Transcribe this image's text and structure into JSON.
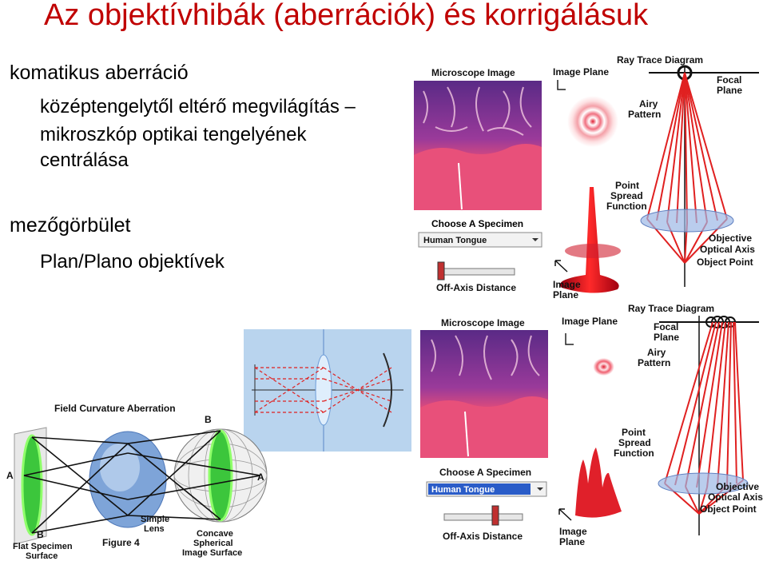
{
  "slide": {
    "title": "Az objektívhibák (aberrációk) és korrigálásuk",
    "section1": {
      "heading": "komatikus aberráció",
      "body_line1": "középtengelytől eltérő megvilágítás –",
      "body_line2": "mikroszkóp optikai tengelyének",
      "body_line3": "centrálása"
    },
    "section2": {
      "heading": "mezőgörbület",
      "body": "Plan/Plano objektívek"
    }
  },
  "coma_panel_top": {
    "microscope_image": "Microscope Image",
    "image_plane": "Image Plane",
    "ray_trace_diagram": "Ray Trace Diagram",
    "focal_plane_1": "Focal",
    "focal_plane_2": "Plane",
    "airy_1": "Airy",
    "airy_2": "Pattern",
    "psf_1": "Point",
    "psf_2": "Spread",
    "psf_3": "Function",
    "choose_specimen": "Choose A Specimen",
    "specimen_value": "Human Tongue",
    "off_axis": "Off-Axis Distance",
    "image_plane_bottom_1": "Image",
    "image_plane_bottom_2": "Plane",
    "objective": "Objective",
    "optical_axis": "Optical Axis",
    "object_point": "Object Point"
  },
  "coma_panel_bottom": {
    "microscope_image": "Microscope Image",
    "image_plane": "Image Plane",
    "ray_trace_diagram": "Ray Trace Diagram",
    "focal_plane_1": "Focal",
    "focal_plane_2": "Plane",
    "airy_1": "Airy",
    "airy_2": "Pattern",
    "psf_1": "Point",
    "psf_2": "Spread",
    "psf_3": "Function",
    "choose_specimen": "Choose A Specimen",
    "specimen_value": "Human Tongue",
    "off_axis": "Off-Axis Distance",
    "image_plane_bottom_1": "Image",
    "image_plane_bottom_2": "Plane",
    "objective": "Objective",
    "optical_axis": "Optical Axis",
    "object_point": "Object Point"
  },
  "field_curvature": {
    "title": "Field Curvature Aberration",
    "label_a_left": "A",
    "label_a_right": "A",
    "label_b_top": "B",
    "label_b_bottom": "B",
    "flat_1": "Flat Specimen",
    "flat_2": "Surface",
    "lens_1": "Simple",
    "lens_2": "Lens",
    "concave_1": "Concave",
    "concave_2": "Spherical",
    "concave_3": "Image Surface",
    "figure": "Figure 4"
  },
  "colors": {
    "title_red": "#c00000",
    "ray_red": "#e02020",
    "tissue_pink": "#e0457a",
    "tissue_purple": "#6a2a8a",
    "lens_blue": "#8fb0e0",
    "green_curve": "#3cc63c"
  }
}
